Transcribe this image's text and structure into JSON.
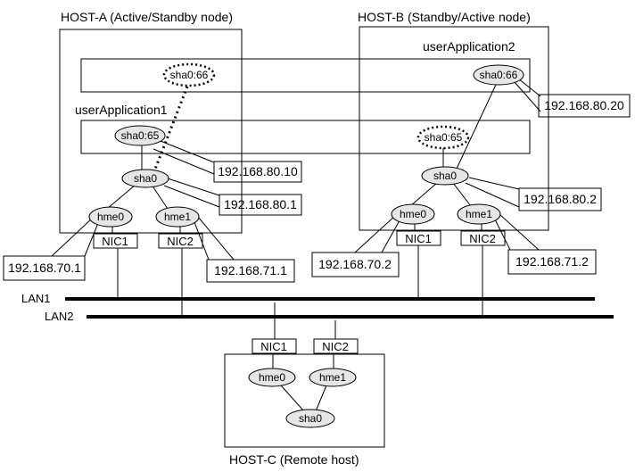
{
  "hosts": {
    "a": {
      "title": "HOST-A (Active/Standby node)"
    },
    "b": {
      "title": "HOST-B (Standby/Active node)"
    },
    "c": {
      "title": "HOST-C (Remote host)"
    }
  },
  "apps": {
    "app1": "userApplication1",
    "app2": "userApplication2"
  },
  "interfaces": {
    "sha0": "sha0",
    "sha0_65": "sha0:65",
    "sha0_66": "sha0:66",
    "hme0": "hme0",
    "hme1": "hme1"
  },
  "nics": {
    "nic1": "NIC1",
    "nic2": "NIC2"
  },
  "ips": {
    "a_sha0_65": "192.168.80.10",
    "a_sha0": "192.168.80.1",
    "a_hme0": "192.168.70.1",
    "a_hme1": "192.168.71.1",
    "b_sha0_66": "192.168.80.20",
    "b_sha0": "192.168.80.2",
    "b_hme0": "192.168.70.2",
    "b_hme1": "192.168.71.2"
  },
  "lans": {
    "lan1": "LAN1",
    "lan2": "LAN2"
  }
}
